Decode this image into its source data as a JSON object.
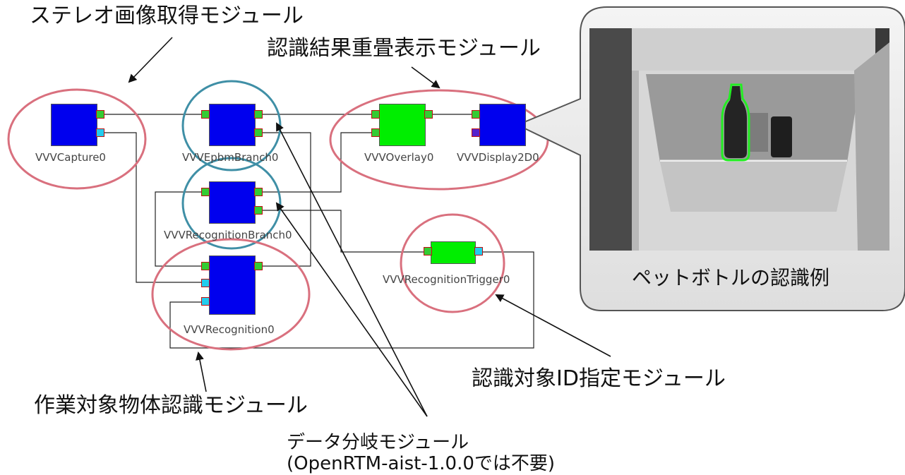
{
  "annotations": {
    "stereo": "ステレオ画像取得モジュール",
    "overlay": "認識結果重畳表示モジュール",
    "target_id": "認識対象ID指定モジュール",
    "recognition": "作業対象物体認識モジュール",
    "branch_line1": "データ分岐モジュール",
    "branch_line2": "(OpenRTM-aist-1.0.0では不要)"
  },
  "components": {
    "capture": "VVVCapture0",
    "epbm_branch": "VVVEpbmBranch0",
    "overlay": "VVVOverlay0",
    "display": "VVVDisplay2D0",
    "recog_branch": "VVVRecognitionBranch0",
    "recognition": "VVVRecognition0",
    "trigger": "VVVRecognitionTrigger0"
  },
  "photo": {
    "caption": "ペットボトルの認識例"
  },
  "colors": {
    "component_blue": "#0000ee",
    "component_green": "#00ee00",
    "highlight_circle": "#d9707e",
    "branch_circle": "#3f8fa6",
    "callout_border": "#555555",
    "callout_fill": "#ececec"
  }
}
